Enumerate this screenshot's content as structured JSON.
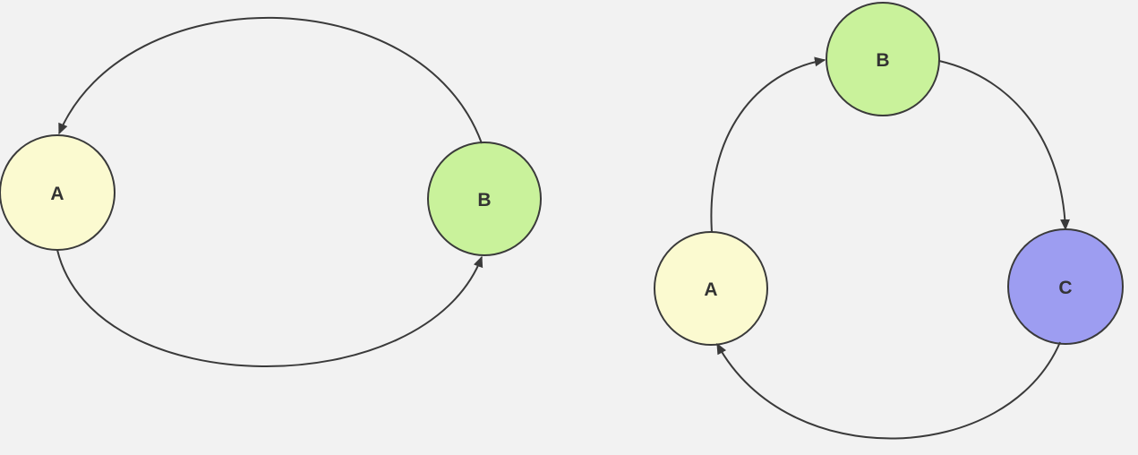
{
  "canvas": {
    "background_color": "#F2F2F2",
    "edge_color": "#3A3A3A",
    "label_color": "#333333"
  },
  "diagrams": [
    {
      "nodes": [
        {
          "label": "A",
          "fill": "#FBFAD0"
        },
        {
          "label": "B",
          "fill": "#C9F29B"
        }
      ],
      "edges": [
        {
          "from": "A",
          "to": "B"
        },
        {
          "from": "B",
          "to": "A"
        }
      ]
    },
    {
      "nodes": [
        {
          "label": "A",
          "fill": "#FBFAD0"
        },
        {
          "label": "B",
          "fill": "#C9F29B"
        },
        {
          "label": "C",
          "fill": "#9D9DF1"
        }
      ],
      "edges": [
        {
          "from": "A",
          "to": "B"
        },
        {
          "from": "B",
          "to": "C"
        },
        {
          "from": "C",
          "to": "A"
        }
      ]
    }
  ]
}
